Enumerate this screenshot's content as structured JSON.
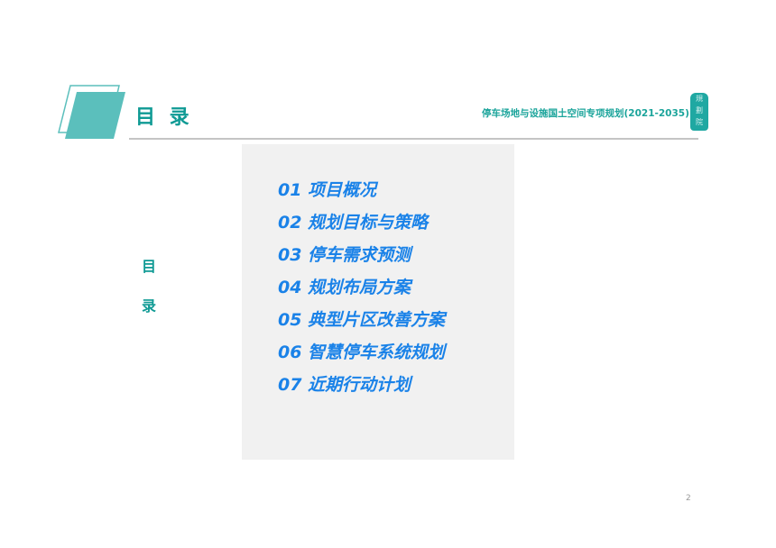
{
  "header": {
    "title": "目 录",
    "subtitle": "停车场地与设施国土空间专项规划(2021-2035)",
    "seal_glyphs": [
      "規",
      "劃",
      "院"
    ],
    "accent_color": "#5bbfbc",
    "title_color": "#0f9a94"
  },
  "side_label": {
    "top": "目",
    "bottom": "录"
  },
  "toc": {
    "items": [
      {
        "label": "01 项目概况"
      },
      {
        "label": "02 规划目标与策略"
      },
      {
        "label": "03 停车需求预测"
      },
      {
        "label": "04 规划布局方案"
      },
      {
        "label": "05 典型片区改善方案"
      },
      {
        "label": "06 智慧停车系统规划"
      },
      {
        "label": "07 近期行动计划"
      }
    ],
    "item_color": "#1a82e8"
  },
  "footer": {
    "page_number": "2"
  }
}
